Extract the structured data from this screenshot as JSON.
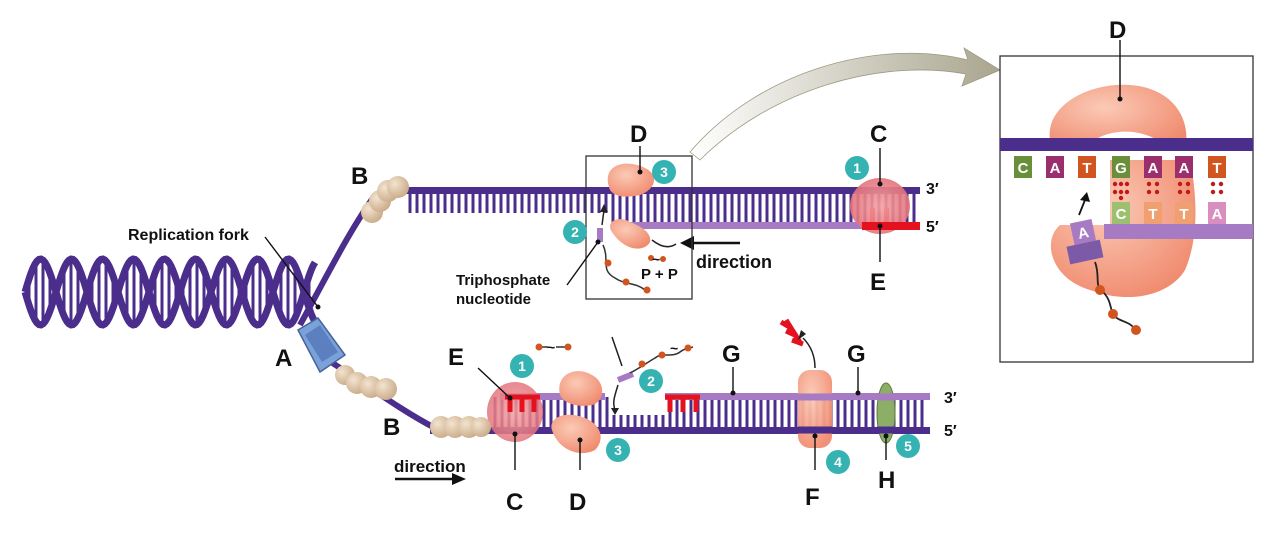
{
  "labels": {
    "replication_fork": "Replication fork",
    "A": "A",
    "B_top": "B",
    "B_bottom": "B",
    "C_top": "C",
    "C_bottom": "C",
    "D_box": "D",
    "D_bottom": "D",
    "D_inset": "D",
    "E_top": "E",
    "E_bottom": "E",
    "F": "F",
    "G_left": "G",
    "G_right": "G",
    "H": "H",
    "three_prime_top": "3′",
    "five_prime_top": "5′",
    "three_prime_bottom": "3′",
    "five_prime_bottom": "5′",
    "direction_top": "direction",
    "direction_bottom": "direction",
    "triphosphate_line1": "Triphosphate",
    "triphosphate_line2": "nucleotide",
    "ppi": "P + P",
    "tilde": "~"
  },
  "badges": {
    "top_1": "1",
    "top_2": "2",
    "top_3": "3",
    "bot_1": "1",
    "bot_2": "2",
    "bot_3": "3",
    "bot_4": "4",
    "bot_5": "5"
  },
  "inset_bases": {
    "top": [
      "C",
      "A",
      "T",
      "G",
      "A",
      "A",
      "T"
    ],
    "bottom_incoming": "A",
    "bottom": [
      "C",
      "T",
      "T",
      "A"
    ]
  },
  "colors": {
    "dark_strand": "#4b2d8c",
    "light_strand": "#a77bc4",
    "enzyme": "#f6a78c",
    "primer": "#e3121e",
    "badge": "#35b2b2",
    "helicase": "#6b8bc9",
    "ssb": "#e6cdb0",
    "ligase": "#7fa05a",
    "phosphate": "#d2541f"
  }
}
